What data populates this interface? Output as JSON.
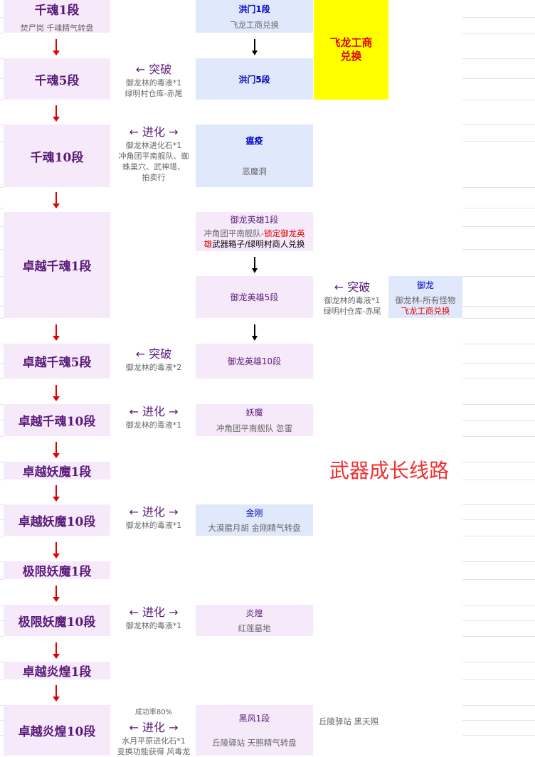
{
  "title": "武器成长线路",
  "colors": {
    "left_box": "#f6eafa",
    "blue_box": "#e0e8fb",
    "yellow": "#ffff00",
    "arrow": "#e00000",
    "text_purple": "#5a1a7a"
  },
  "left": [
    {
      "label": "千魂1段",
      "sub": "焚尸岗  千魂精气转盘"
    },
    {
      "label": "千魂5段"
    },
    {
      "label": "千魂10段"
    },
    {
      "label": "卓越千魂1段"
    },
    {
      "label": "卓越千魂5段"
    },
    {
      "label": "卓越千魂10段"
    },
    {
      "label": "卓越妖魔1段"
    },
    {
      "label": "卓越妖魔10段"
    },
    {
      "label": "极限妖魔1段"
    },
    {
      "label": "极限妖魔10段"
    },
    {
      "label": "卓越炎煌1段"
    },
    {
      "label": "卓越炎煌10段"
    }
  ],
  "mid": [
    {
      "head": "←  突破",
      "lines": [
        "御龙林的毒液*1",
        "绿明村仓库-赤尾"
      ]
    },
    {
      "head": "←  进化  →",
      "lines": [
        "御龙林进化石*1",
        "冲角团平南舰队、蜘",
        "蛛巢穴、武神塔、",
        "拍卖行"
      ]
    },
    {
      "head": "←  突破",
      "lines": [
        "御龙林的毒液*1",
        "绿明村仓库-赤尾"
      ]
    },
    {
      "head": "←  突破",
      "lines": [
        "御龙林的毒液*2"
      ]
    },
    {
      "head": "←  进化  →",
      "lines": [
        "御龙林的毒液*1"
      ]
    },
    {
      "head": "←  进化  →",
      "lines": [
        "御龙林的毒液*1"
      ]
    },
    {
      "head": "←  进化  →",
      "lines": [
        "御龙林的毒液*1"
      ]
    },
    {
      "rate": "成功率80%",
      "head": "←  进化  →",
      "lines": [
        "水月平原进化石*1",
        "变换功能获得 风毒龙"
      ]
    }
  ],
  "boxes": [
    {
      "title": "洪门1段",
      "sub": "飞龙工商兑换"
    },
    {
      "title": "洪门5段"
    },
    {
      "title": "瘟疫",
      "sub": "恶魔洞"
    },
    {
      "title": "御龙英雄1段",
      "sub_a": "冲角团平南舰队-",
      "sub_b": "锁定御龙英",
      "sub_c": "雄",
      "sub_d": "武器箱子/绿明村商人兑换"
    },
    {
      "title": "御龙英雄5段"
    },
    {
      "title": "御龙英雄10段"
    },
    {
      "title": "妖魔",
      "sub": "冲角团平南舰队  忽雷"
    },
    {
      "title": "金刚",
      "sub": "大漠腊月胡  金刚精气转盘"
    },
    {
      "title": "炎煌",
      "sub": "红莲墓地"
    },
    {
      "title": "黑风1段",
      "sub": "丘陵驿站  天照精气转盘"
    }
  ],
  "yellow": {
    "text": "飞龙工商兑换"
  },
  "yulong": {
    "title": "御龙",
    "sub": "御龙林-所有怪物",
    "sub2": "飞龙工商兑换"
  },
  "heifeng_side": "丘陵驿站  黑天照"
}
